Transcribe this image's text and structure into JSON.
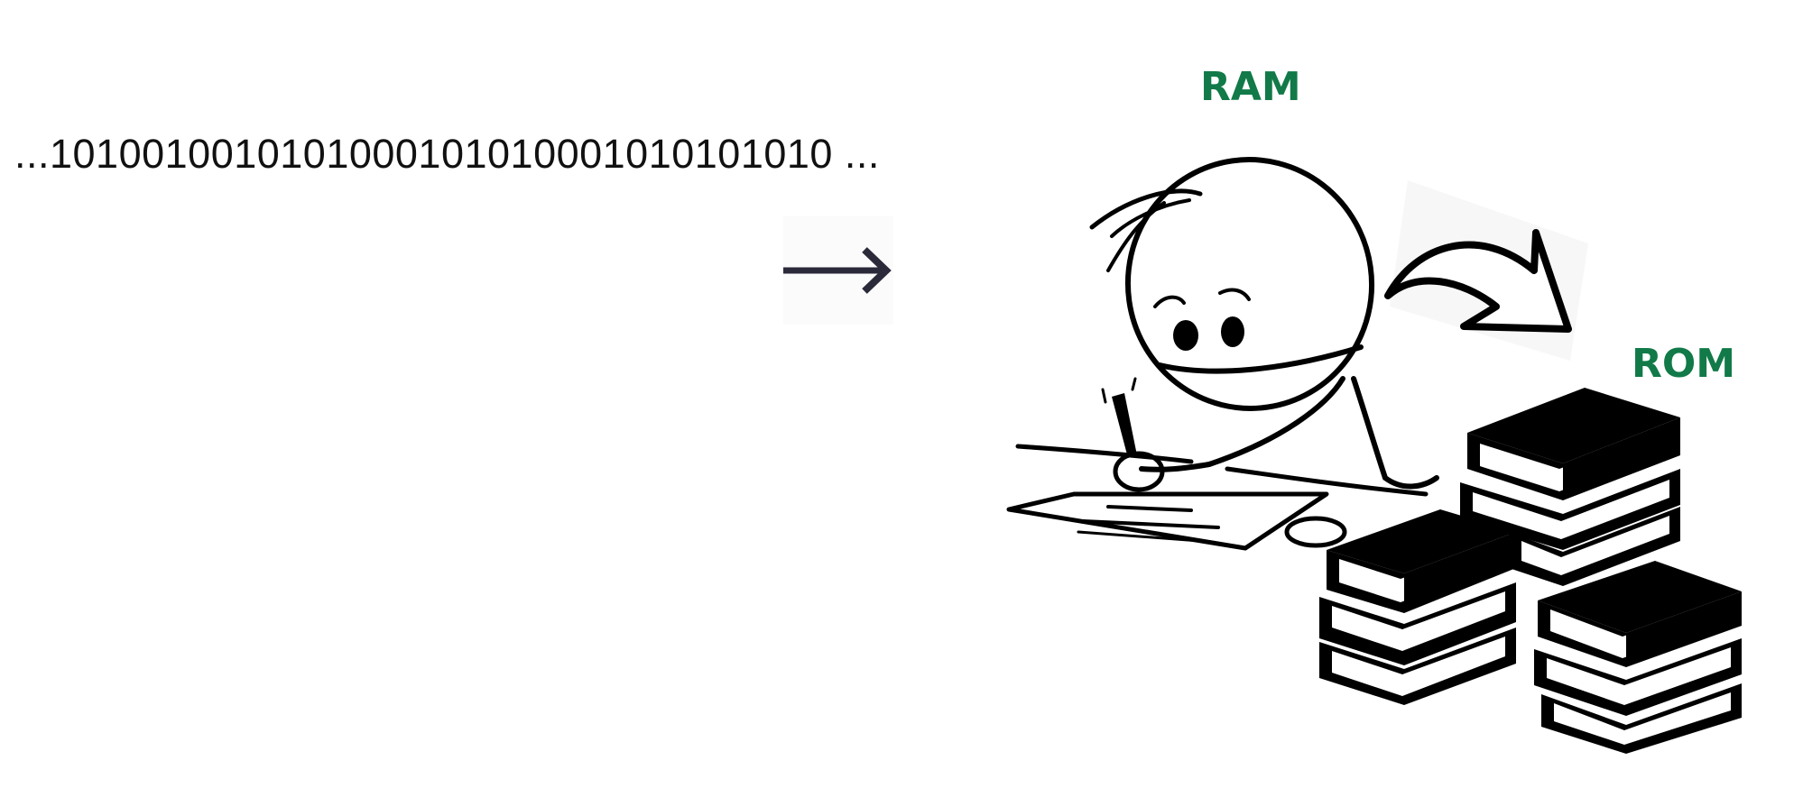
{
  "binary_stream": "...1010010010101000101010001010101010 ...",
  "labels": {
    "ram": "RAM",
    "rom": "ROM"
  },
  "colors": {
    "label": "#117a48",
    "arrow": "#2b2a3a",
    "ink": "#000000"
  },
  "icons": {
    "arrow": "right-arrow-icon",
    "person": "stick-figure-writing",
    "transfer": "curved-arrow-icon",
    "storage": "book-stacks-icon"
  }
}
